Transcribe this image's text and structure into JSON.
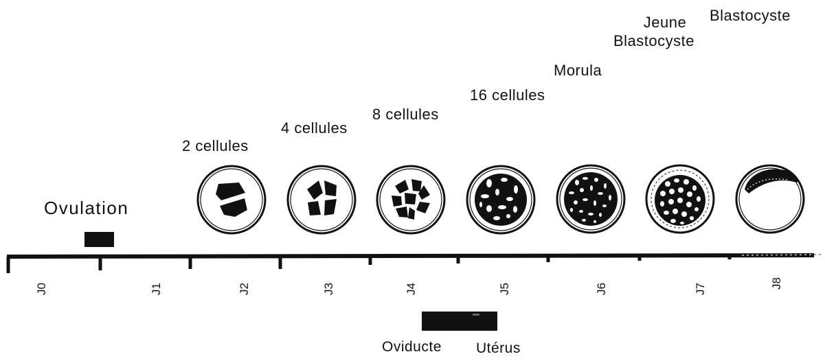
{
  "ovulation": {
    "label": "Ovulation"
  },
  "stages": [
    {
      "label": "2 cellules"
    },
    {
      "label": "4 cellules"
    },
    {
      "label": "8 cellules"
    },
    {
      "label": "16 cellules"
    },
    {
      "label": "Morula"
    },
    {
      "label_line1": "Jeune",
      "label_line2": "Blastocyste"
    },
    {
      "label": "Blastocyste"
    }
  ],
  "days": [
    "J0",
    "J1",
    "J2",
    "J3",
    "J4",
    "J5",
    "J6",
    "J7",
    "J8"
  ],
  "locations": {
    "oviduct": "Oviducte",
    "uterus": "Utérus"
  }
}
